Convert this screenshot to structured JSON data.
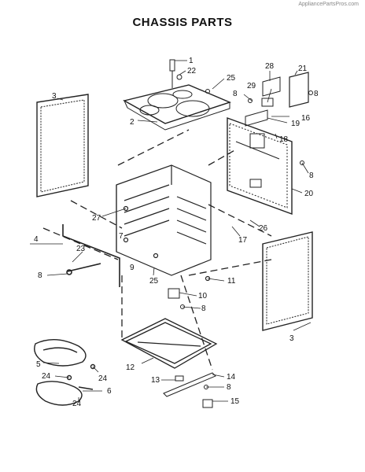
{
  "watermark": "AppliancePartsPros.com",
  "title": "CHASSIS PARTS",
  "callouts": {
    "c1": "1",
    "c2": "2",
    "c3a": "3",
    "c3b": "3",
    "c4": "4",
    "c5": "5",
    "c6": "6",
    "c7": "7",
    "c8a": "8",
    "c8b": "8",
    "c8c": "8",
    "c8d": "8",
    "c8e": "8",
    "c8f": "8",
    "c9": "9",
    "c10": "10",
    "c11": "11",
    "c12": "12",
    "c13": "13",
    "c14": "14",
    "c15": "15",
    "c16": "16",
    "c17": "17",
    "c18": "18",
    "c19": "19",
    "c20": "20",
    "c21": "21",
    "c22": "22",
    "c23": "23",
    "c24a": "24",
    "c24b": "24",
    "c24c": "24",
    "c25a": "25",
    "c25b": "25",
    "c26": "26",
    "c27": "27",
    "c28": "28",
    "c29": "29"
  }
}
